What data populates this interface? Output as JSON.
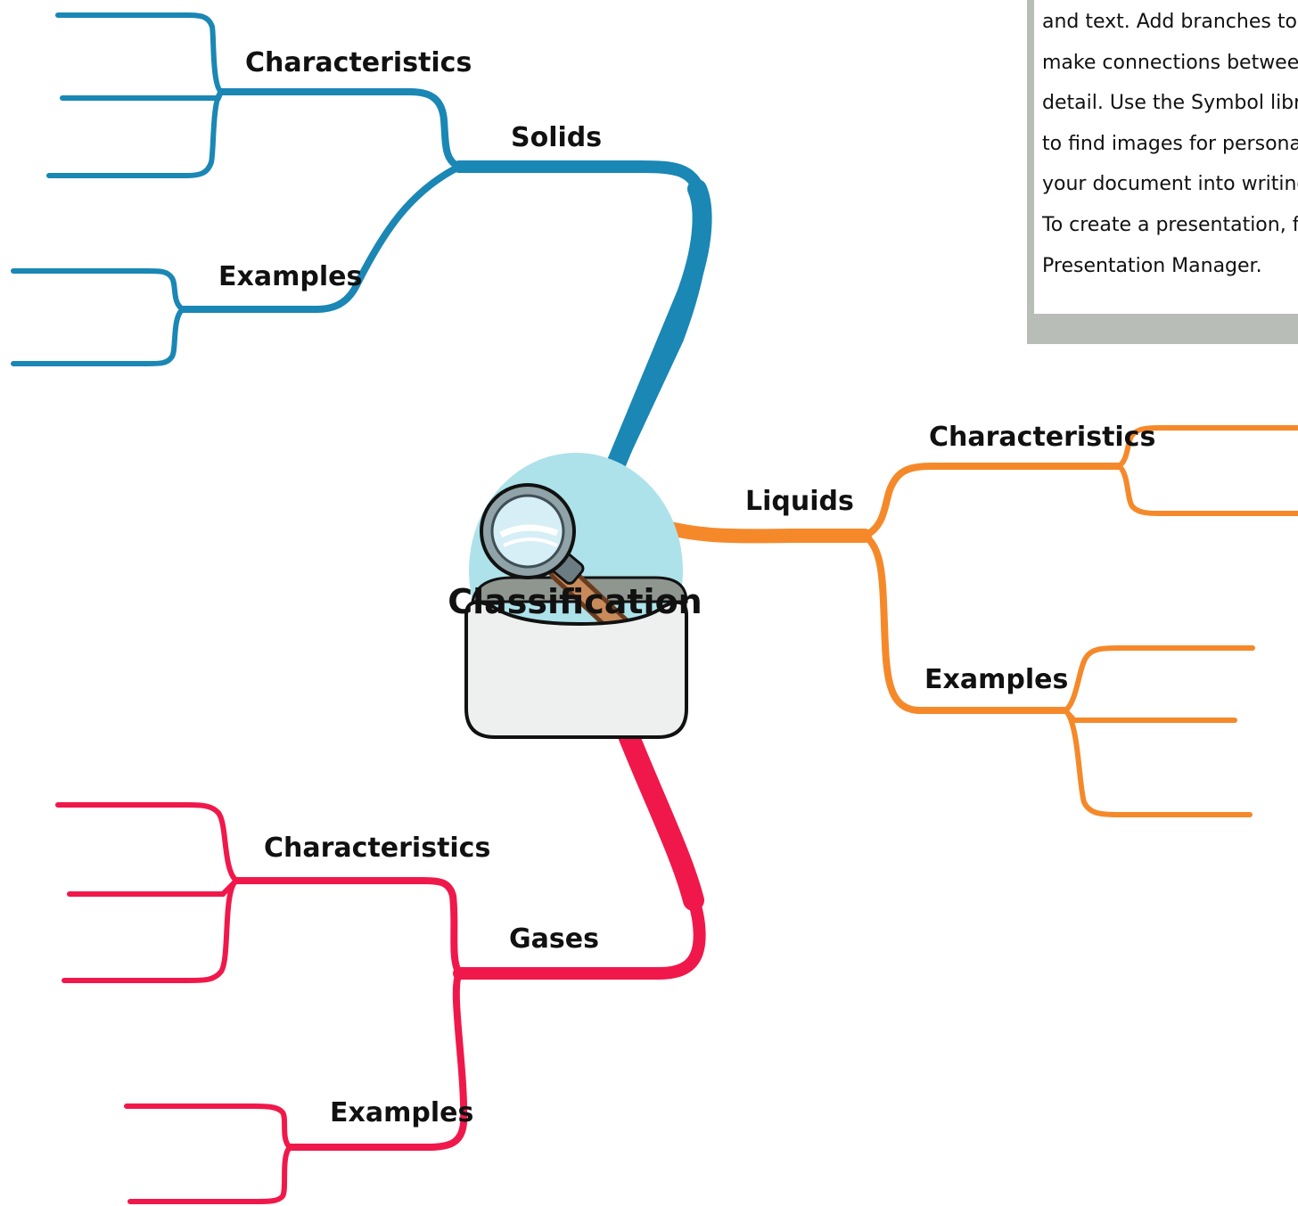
{
  "colors": {
    "solids": "#1a87b5",
    "liquids": "#f5892a",
    "gases": "#f0184a",
    "center_bubble": "#ade2ea",
    "note_frame": "#b9bdb8"
  },
  "central_topic": {
    "label": "Classification",
    "icon": "magnifying-glass-icon"
  },
  "branches": {
    "solids": {
      "label": "Solids",
      "characteristics": "Characteristics",
      "examples": "Examples"
    },
    "liquids": {
      "label": "Liquids",
      "characteristics": "Characteristics",
      "examples": "Examples"
    },
    "gases": {
      "label": "Gases",
      "characteristics": "Characteristics",
      "examples": "Examples"
    }
  },
  "note": {
    "lines": [
      "and text. Add branches to ex",
      "make connections between id",
      "detail. Use the Symbol librar",
      "to find images for personal e",
      "your document into writing, s",
      "To create a presentation, fin",
      "Presentation Manager."
    ]
  }
}
